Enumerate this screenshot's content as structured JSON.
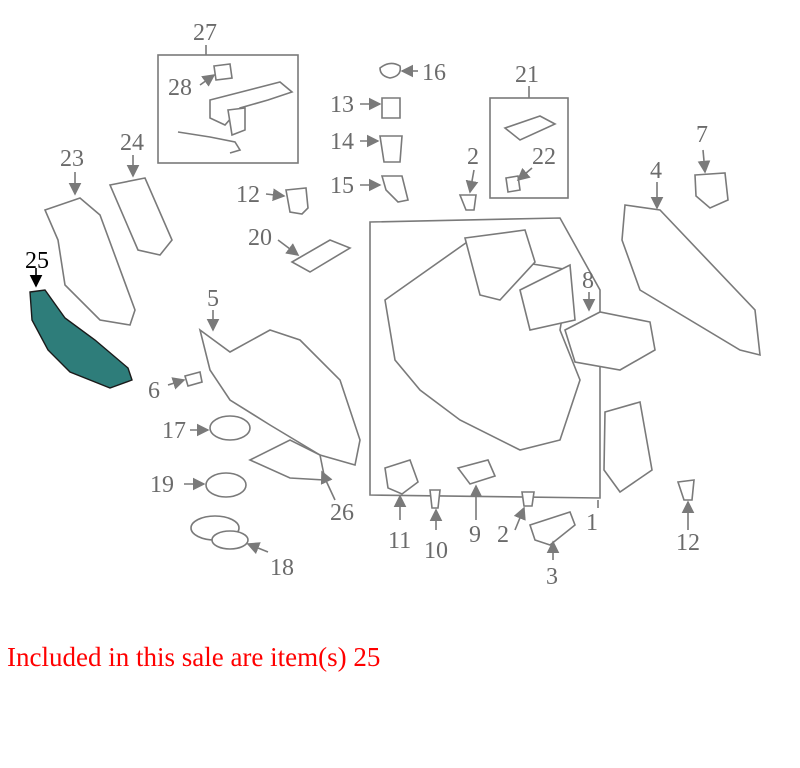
{
  "labels": {
    "l1": "1",
    "l2a": "2",
    "l2b": "2",
    "l3": "3",
    "l4": "4",
    "l5": "5",
    "l6": "6",
    "l7": "7",
    "l8": "8",
    "l9": "9",
    "l10": "10",
    "l11": "11",
    "l12a": "12",
    "l12b": "12",
    "l13": "13",
    "l14": "14",
    "l15": "15",
    "l16": "16",
    "l17": "17",
    "l18": "18",
    "l19": "19",
    "l20": "20",
    "l21": "21",
    "l22": "22",
    "l23": "23",
    "l24": "24",
    "l25": "25",
    "l26": "26",
    "l27": "27",
    "l28": "28"
  },
  "highlight_color": "#2e7d7a",
  "caption": "Included in this sale are item(s) 25"
}
